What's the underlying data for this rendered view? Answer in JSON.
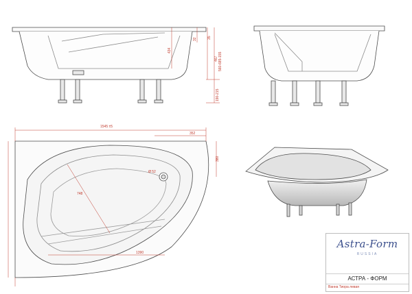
{
  "dimensions": {
    "overall_length": "1545 ±5",
    "corner_offset": "352",
    "inner_length": "1390",
    "side_depth": "380",
    "diagonal": "748",
    "drain": "Ø 52",
    "depth_side_a": "434",
    "depth_side_b": "35",
    "depth_side_c": "467",
    "full_height": "560-685-155",
    "leg_range": "190-215",
    "drain_height": "32"
  },
  "title_block": {
    "logo": "Astra-Form",
    "logo_sub": "RUSSIA",
    "company": "АСТРА - ФОРМ",
    "product": "Ванна Тиора левая"
  },
  "colors": {
    "line": "#4a4a4a",
    "dimension": "#c0392b",
    "shading": "#e3e3e3",
    "logo": "#3b4f8c"
  }
}
